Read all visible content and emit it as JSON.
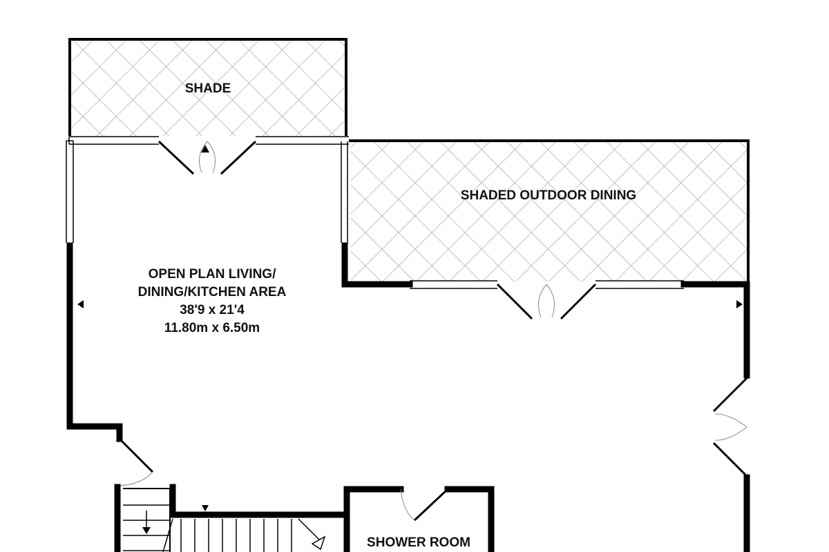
{
  "rooms": {
    "shade": {
      "label": "SHADE"
    },
    "outdoor_dining": {
      "label": "SHADED OUTDOOR DINING"
    },
    "living": {
      "line1": "OPEN PLAN LIVING/",
      "line2": "DINING/KITCHEN AREA",
      "imperial": "38'9 x 21'4",
      "metric": "11.80m x 6.50m"
    },
    "shower": {
      "label": "SHOWER ROOM"
    }
  },
  "colors": {
    "wall": "#000000",
    "hatch": "#9a9a9a",
    "door_arc": "#888888",
    "background": "#ffffff"
  },
  "icons": {
    "entrance_marker": "triangle-arrow-icon"
  }
}
